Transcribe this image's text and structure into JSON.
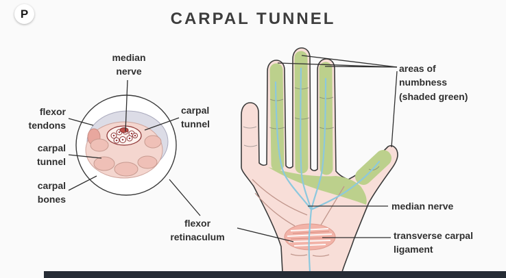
{
  "page": {
    "title": "CARPAL TUNNEL"
  },
  "branding": {
    "pinterest_label": "P"
  },
  "cross_section_labels": {
    "median_nerve": "median nerve",
    "flexor_tendons": "flexor tendons",
    "carpal_tunnel_left": "carpal tunnel",
    "carpal_bones": "carpal bones",
    "carpal_tunnel_right": "carpal tunnel",
    "flexor_retinaculum": "flexor retinaculum"
  },
  "hand_labels": {
    "areas_of_numbness": "areas of numbness (shaded green)",
    "median_nerve": "median nerve",
    "transverse_carpal_ligament": "transverse carpal ligament"
  },
  "colors": {
    "background": "#fafafa",
    "title_text": "#3d3d3d",
    "label_text": "#2f2f2f",
    "skin": "#f8ded8",
    "numbness_green": "#bcd08c",
    "nerve_blue": "#8cc8de",
    "ligament_pink": "#f2b3a8",
    "outline": "#3a3a3a",
    "footer_bar": "#262c35"
  }
}
